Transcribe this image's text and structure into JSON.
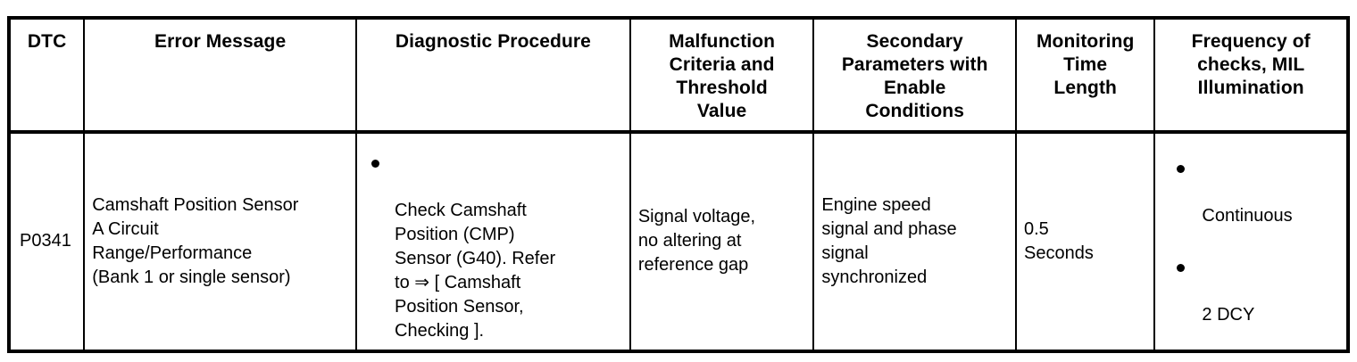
{
  "table": {
    "columns": [
      {
        "key": "dtc",
        "header": "DTC"
      },
      {
        "key": "error",
        "header": "Error Message"
      },
      {
        "key": "diagnostic",
        "header": "Diagnostic Procedure"
      },
      {
        "key": "criteria",
        "header": "Malfunction\nCriteria and\nThreshold\nValue"
      },
      {
        "key": "secondary",
        "header": "Secondary\nParameters with\nEnable\nConditions"
      },
      {
        "key": "monitoring",
        "header": "Monitoring\nTime\nLength"
      },
      {
        "key": "frequency",
        "header": "Frequency of\nchecks, MIL\nIllumination"
      }
    ],
    "rows": [
      {
        "dtc": "P0341",
        "error": "Camshaft Position Sensor\nA Circuit\nRange/Performance\n(Bank 1 or single sensor)",
        "diagnostic_bullets": [
          "Check Camshaft\nPosition (CMP)\nSensor (G40). Refer\nto ⇒ [ Camshaft\nPosition Sensor,\nChecking ]."
        ],
        "criteria": "Signal voltage,\nno altering at\nreference gap",
        "secondary": "Engine speed\nsignal and phase\nsignal\nsynchronized",
        "monitoring": "0.5\nSeconds",
        "frequency_bullets": [
          "Continuous",
          "2 DCY"
        ]
      }
    ]
  },
  "colors": {
    "border": "#000000",
    "text": "#000000",
    "background": "#ffffff"
  }
}
